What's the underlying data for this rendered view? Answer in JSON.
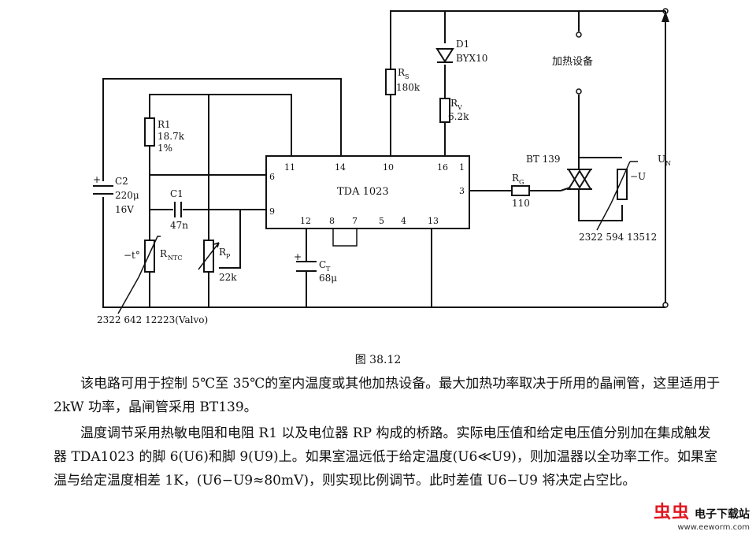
{
  "diagram": {
    "ic": {
      "name": "TDA 1023",
      "pins": {
        "p11": "11",
        "p14": "14",
        "p10": "10",
        "p16": "16",
        "p1": "1",
        "p6": "6",
        "p9": "9",
        "p3": "3",
        "p12": "12",
        "p8": "8",
        "p7": "7",
        "p5": "5",
        "p4": "4",
        "p13": "13"
      }
    },
    "components": {
      "r1": {
        "name": "R1",
        "value": "18.7k",
        "tol": "1%"
      },
      "c2": {
        "name": "C2",
        "value": "220μ",
        "voltage": "16V"
      },
      "c1": {
        "name": "C1",
        "value": "47n"
      },
      "rntc": {
        "sign": "−t°",
        "name": "R",
        "sub": "NTC"
      },
      "rp": {
        "name": "R",
        "sub": "P",
        "value": "22k"
      },
      "ct": {
        "name": "C",
        "sub": "T",
        "value": "68μ"
      },
      "rs": {
        "name": "R",
        "sub": "S",
        "value": "180k"
      },
      "d1": {
        "name": "D1",
        "part": "BYX10"
      },
      "rv": {
        "name": "R",
        "sub": "V",
        "value": "6.2k"
      },
      "rg": {
        "name": "R",
        "sub": "G",
        "value": "110"
      },
      "triac": {
        "name": "BT 139"
      },
      "varistor": {
        "name": "−U",
        "part": "2322 594 13512"
      },
      "heater": {
        "label": "加热设备"
      },
      "supply": {
        "name": "U",
        "sub": "N"
      },
      "thermistor_part": "2322 642 12223(Valvo)"
    }
  },
  "caption": "图 38.12",
  "paragraphs": {
    "p1": "该电路可用于控制 5℃至 35℃的室内温度或其他加热设备。最大加热功率取决于所用的晶闸管，这里适用于 2kW 功率，晶闸管采用 BT139。",
    "p2a": "温度调节采用热敏电阻和电阻 R1 以及电位器 RP 构成的桥路。实际电压值和给定电压值分别加在集成触发器 TDA1023 的脚 6(U6)和脚 9(U9)上。",
    "p2b": "如果室温远低于给定温度(U6≪U9)，则加温器以全功率工作。",
    "p2c": "如果室温与给定温度相差 1K，(U6−U9≈80mV)，则实现比例调节。此时差值 U6−U9 将决定占空比。"
  },
  "watermark": {
    "logo": "虫虫",
    "site": "电子下载站",
    "url": "www.eeworm.com"
  }
}
